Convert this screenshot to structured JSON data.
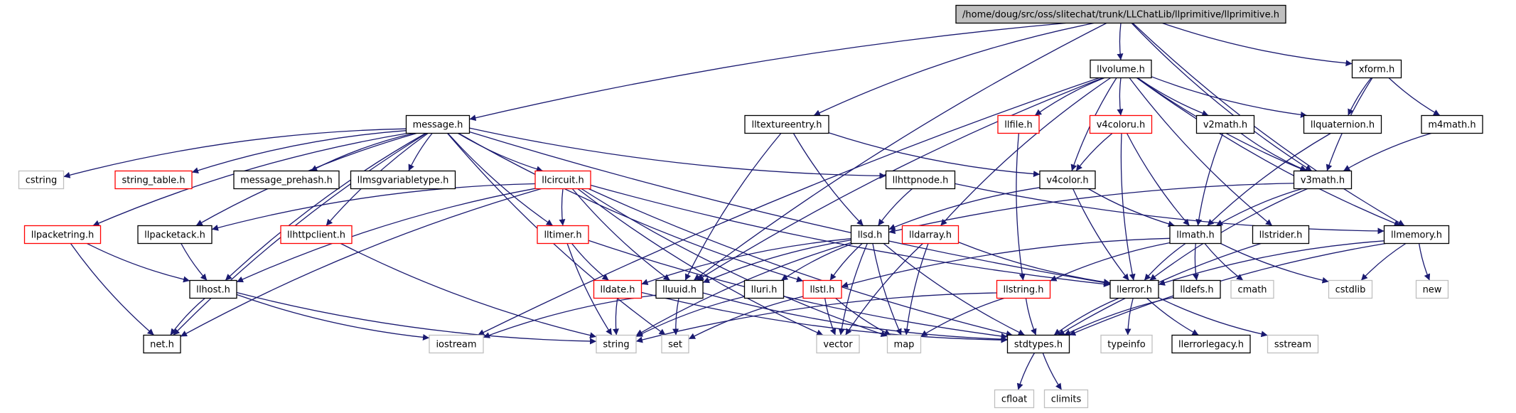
{
  "colors": {
    "edge": "#191970",
    "border_normal": "#000000",
    "border_truncated": "#ff0000",
    "border_system": "#bfbfbf",
    "fill_root": "#bfbfbf",
    "fill_node": "#ffffff"
  },
  "nodes": [
    {
      "id": "root",
      "label": "/home/doug/src/oss/slitechat/trunk/LLChatLib/llprimitive/llprimitive.h",
      "style": "root"
    },
    {
      "id": "llvolume",
      "label": "llvolume.h",
      "style": "normal"
    },
    {
      "id": "xform",
      "label": "xform.h",
      "style": "normal"
    },
    {
      "id": "message",
      "label": "message.h",
      "style": "normal"
    },
    {
      "id": "lltextureentry",
      "label": "lltextureentry.h",
      "style": "normal"
    },
    {
      "id": "llfile",
      "label": "llfile.h",
      "style": "truncated"
    },
    {
      "id": "v4coloru",
      "label": "v4coloru.h",
      "style": "truncated"
    },
    {
      "id": "v2math",
      "label": "v2math.h",
      "style": "normal"
    },
    {
      "id": "llquaternion",
      "label": "llquaternion.h",
      "style": "normal"
    },
    {
      "id": "m4math",
      "label": "m4math.h",
      "style": "normal"
    },
    {
      "id": "cstring",
      "label": "cstring",
      "style": "system"
    },
    {
      "id": "string_table",
      "label": "string_table.h",
      "style": "truncated"
    },
    {
      "id": "message_prehash",
      "label": "message_prehash.h",
      "style": "normal"
    },
    {
      "id": "llmsgvariabletype",
      "label": "llmsgvariabletype.h",
      "style": "normal"
    },
    {
      "id": "llcircuit",
      "label": "llcircuit.h",
      "style": "truncated"
    },
    {
      "id": "llhttpnode",
      "label": "llhttpnode.h",
      "style": "normal"
    },
    {
      "id": "v4color",
      "label": "v4color.h",
      "style": "normal"
    },
    {
      "id": "v3math",
      "label": "v3math.h",
      "style": "normal"
    },
    {
      "id": "llpacketring",
      "label": "llpacketring.h",
      "style": "truncated"
    },
    {
      "id": "llpacketack",
      "label": "llpacketack.h",
      "style": "normal"
    },
    {
      "id": "llhttpclient",
      "label": "llhttpclient.h",
      "style": "truncated"
    },
    {
      "id": "lltimer",
      "label": "lltimer.h",
      "style": "truncated"
    },
    {
      "id": "llsd",
      "label": "llsd.h",
      "style": "normal"
    },
    {
      "id": "lldarray",
      "label": "lldarray.h",
      "style": "truncated"
    },
    {
      "id": "llmath",
      "label": "llmath.h",
      "style": "normal"
    },
    {
      "id": "llstrider",
      "label": "llstrider.h",
      "style": "normal"
    },
    {
      "id": "llmemory",
      "label": "llmemory.h",
      "style": "normal"
    },
    {
      "id": "llhost",
      "label": "llhost.h",
      "style": "normal"
    },
    {
      "id": "lldate",
      "label": "lldate.h",
      "style": "truncated"
    },
    {
      "id": "lluuid",
      "label": "lluuid.h",
      "style": "normal"
    },
    {
      "id": "lluri",
      "label": "lluri.h",
      "style": "normal"
    },
    {
      "id": "llstl",
      "label": "llstl.h",
      "style": "truncated"
    },
    {
      "id": "llstring",
      "label": "llstring.h",
      "style": "truncated"
    },
    {
      "id": "llerror",
      "label": "llerror.h",
      "style": "normal"
    },
    {
      "id": "lldefs",
      "label": "lldefs.h",
      "style": "normal"
    },
    {
      "id": "cmath",
      "label": "cmath",
      "style": "system"
    },
    {
      "id": "cstdlib",
      "label": "cstdlib",
      "style": "system"
    },
    {
      "id": "new",
      "label": "new",
      "style": "system"
    },
    {
      "id": "net",
      "label": "net.h",
      "style": "normal"
    },
    {
      "id": "iostream",
      "label": "iostream",
      "style": "system"
    },
    {
      "id": "string",
      "label": "string",
      "style": "system"
    },
    {
      "id": "set",
      "label": "set",
      "style": "system"
    },
    {
      "id": "vector",
      "label": "vector",
      "style": "system"
    },
    {
      "id": "map",
      "label": "map",
      "style": "system"
    },
    {
      "id": "stdtypes",
      "label": "stdtypes.h",
      "style": "normal"
    },
    {
      "id": "typeinfo",
      "label": "typeinfo",
      "style": "system"
    },
    {
      "id": "llerrorlegacy",
      "label": "llerrorlegacy.h",
      "style": "normal"
    },
    {
      "id": "sstream",
      "label": "sstream",
      "style": "system"
    },
    {
      "id": "cfloat",
      "label": "cfloat",
      "style": "system"
    },
    {
      "id": "climits",
      "label": "climits",
      "style": "system"
    }
  ],
  "edges": [
    [
      "root",
      "llvolume"
    ],
    [
      "root",
      "xform"
    ],
    [
      "root",
      "message"
    ],
    [
      "root",
      "lltextureentry"
    ],
    [
      "root",
      "v3math"
    ],
    [
      "root",
      "llmemory"
    ],
    [
      "root",
      "lluuid"
    ],
    [
      "llvolume",
      "llfile"
    ],
    [
      "llvolume",
      "v4coloru"
    ],
    [
      "llvolume",
      "v2math"
    ],
    [
      "llvolume",
      "llquaternion"
    ],
    [
      "llvolume",
      "v3math"
    ],
    [
      "llvolume",
      "llstrider"
    ],
    [
      "llvolume",
      "lldarray"
    ],
    [
      "llvolume",
      "v4color"
    ],
    [
      "llvolume",
      "lluuid"
    ],
    [
      "llvolume",
      "llmemory"
    ],
    [
      "llvolume",
      "iostream"
    ],
    [
      "xform",
      "llquaternion"
    ],
    [
      "xform",
      "m4math"
    ],
    [
      "xform",
      "v3math"
    ],
    [
      "message",
      "cstring"
    ],
    [
      "message",
      "string_table"
    ],
    [
      "message",
      "message_prehash"
    ],
    [
      "message",
      "llmsgvariabletype"
    ],
    [
      "message",
      "llcircuit"
    ],
    [
      "message",
      "llhttpnode"
    ],
    [
      "message",
      "llpacketring"
    ],
    [
      "message",
      "llpacketack"
    ],
    [
      "message",
      "llhttpclient"
    ],
    [
      "message",
      "lltimer"
    ],
    [
      "message",
      "llhost"
    ],
    [
      "message",
      "net"
    ],
    [
      "message",
      "llstl"
    ],
    [
      "message",
      "llerror"
    ],
    [
      "message",
      "set"
    ],
    [
      "lltextureentry",
      "v4color"
    ],
    [
      "lltextureentry",
      "llsd"
    ],
    [
      "lltextureentry",
      "lluuid"
    ],
    [
      "llfile",
      "llstring"
    ],
    [
      "v4coloru",
      "v4color"
    ],
    [
      "v4coloru",
      "llmath"
    ],
    [
      "v4coloru",
      "llerror"
    ],
    [
      "v2math",
      "llmath"
    ],
    [
      "v2math",
      "v3math"
    ],
    [
      "llquaternion",
      "llmath"
    ],
    [
      "m4math",
      "v3math"
    ],
    [
      "llcircuit",
      "llpacketack"
    ],
    [
      "llcircuit",
      "lltimer"
    ],
    [
      "llcircuit",
      "lluuid"
    ],
    [
      "llcircuit",
      "llhost"
    ],
    [
      "llcircuit",
      "net"
    ],
    [
      "llcircuit",
      "llerror"
    ],
    [
      "llcircuit",
      "map"
    ],
    [
      "llcircuit",
      "vector"
    ],
    [
      "llcircuit",
      "stdtypes"
    ],
    [
      "llhttpnode",
      "llsd"
    ],
    [
      "llhttpnode",
      "llmemory"
    ],
    [
      "v4color",
      "llsd"
    ],
    [
      "v4color",
      "llmath"
    ],
    [
      "v4color",
      "llerror"
    ],
    [
      "v3math",
      "llsd"
    ],
    [
      "v3math",
      "llmath"
    ],
    [
      "v3math",
      "llerror"
    ],
    [
      "llpacketring",
      "llhost"
    ],
    [
      "llpacketring",
      "net"
    ],
    [
      "llpacketack",
      "llhost"
    ],
    [
      "llhttpclient",
      "string"
    ],
    [
      "lltimer",
      "lldate"
    ],
    [
      "lltimer",
      "string"
    ],
    [
      "lltimer",
      "stdtypes"
    ],
    [
      "llsd",
      "lldate"
    ],
    [
      "llsd",
      "lluuid"
    ],
    [
      "llsd",
      "lluri"
    ],
    [
      "llsd",
      "llstl"
    ],
    [
      "llsd",
      "string"
    ],
    [
      "llsd",
      "vector"
    ],
    [
      "llsd",
      "map"
    ],
    [
      "llsd",
      "stdtypes"
    ],
    [
      "lldarray",
      "llerror"
    ],
    [
      "lldarray",
      "vector"
    ],
    [
      "lldarray",
      "map"
    ],
    [
      "llmath",
      "llstl"
    ],
    [
      "llmath",
      "llstring"
    ],
    [
      "llmath",
      "lldefs"
    ],
    [
      "llmath",
      "cmath"
    ],
    [
      "llmath",
      "cstdlib"
    ],
    [
      "llmath",
      "llerror"
    ],
    [
      "llstrider",
      "stdtypes"
    ],
    [
      "llmemory",
      "llerror"
    ],
    [
      "llmemory",
      "cstdlib"
    ],
    [
      "llmemory",
      "new"
    ],
    [
      "llmemory",
      "stdtypes"
    ],
    [
      "llhost",
      "net"
    ],
    [
      "llhost",
      "iostream"
    ],
    [
      "llhost",
      "string"
    ],
    [
      "lldate",
      "string"
    ],
    [
      "lldate",
      "stdtypes"
    ],
    [
      "lluuid",
      "iostream"
    ],
    [
      "lluuid",
      "set"
    ],
    [
      "lluuid",
      "stdtypes"
    ],
    [
      "lluri",
      "string"
    ],
    [
      "llstl",
      "vector"
    ],
    [
      "llstl",
      "map"
    ],
    [
      "llstl",
      "set"
    ],
    [
      "llstring",
      "string"
    ],
    [
      "llstring",
      "map"
    ],
    [
      "llstring",
      "stdtypes"
    ],
    [
      "llerror",
      "stdtypes"
    ],
    [
      "llerror",
      "typeinfo"
    ],
    [
      "llerror",
      "llerrorlegacy"
    ],
    [
      "llerror",
      "sstream"
    ],
    [
      "lldefs",
      "stdtypes"
    ],
    [
      "stdtypes",
      "cfloat"
    ],
    [
      "stdtypes",
      "climits"
    ]
  ]
}
